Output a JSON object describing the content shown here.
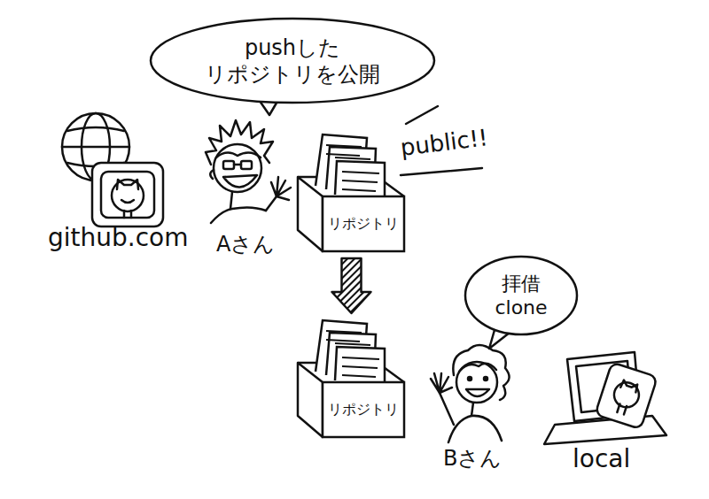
{
  "diagram": {
    "nodes": [
      {
        "text": [
          "pushした リポジトリを公開"
        ]
      },
      {
        "text": [
          "リポジトリ"
        ]
      },
      {
        "text": [
          "拝借 clone"
        ]
      },
      {
        "text": [
          "リポジトリ"
        ]
      }
    ],
    "edges": [
      {
        "from": 1,
        "to": 3,
        "arrow": "to"
      }
    ],
    "labels": [
      "github.com",
      "Aさん",
      "public!!",
      "Bさん",
      "local"
    ]
  }
}
